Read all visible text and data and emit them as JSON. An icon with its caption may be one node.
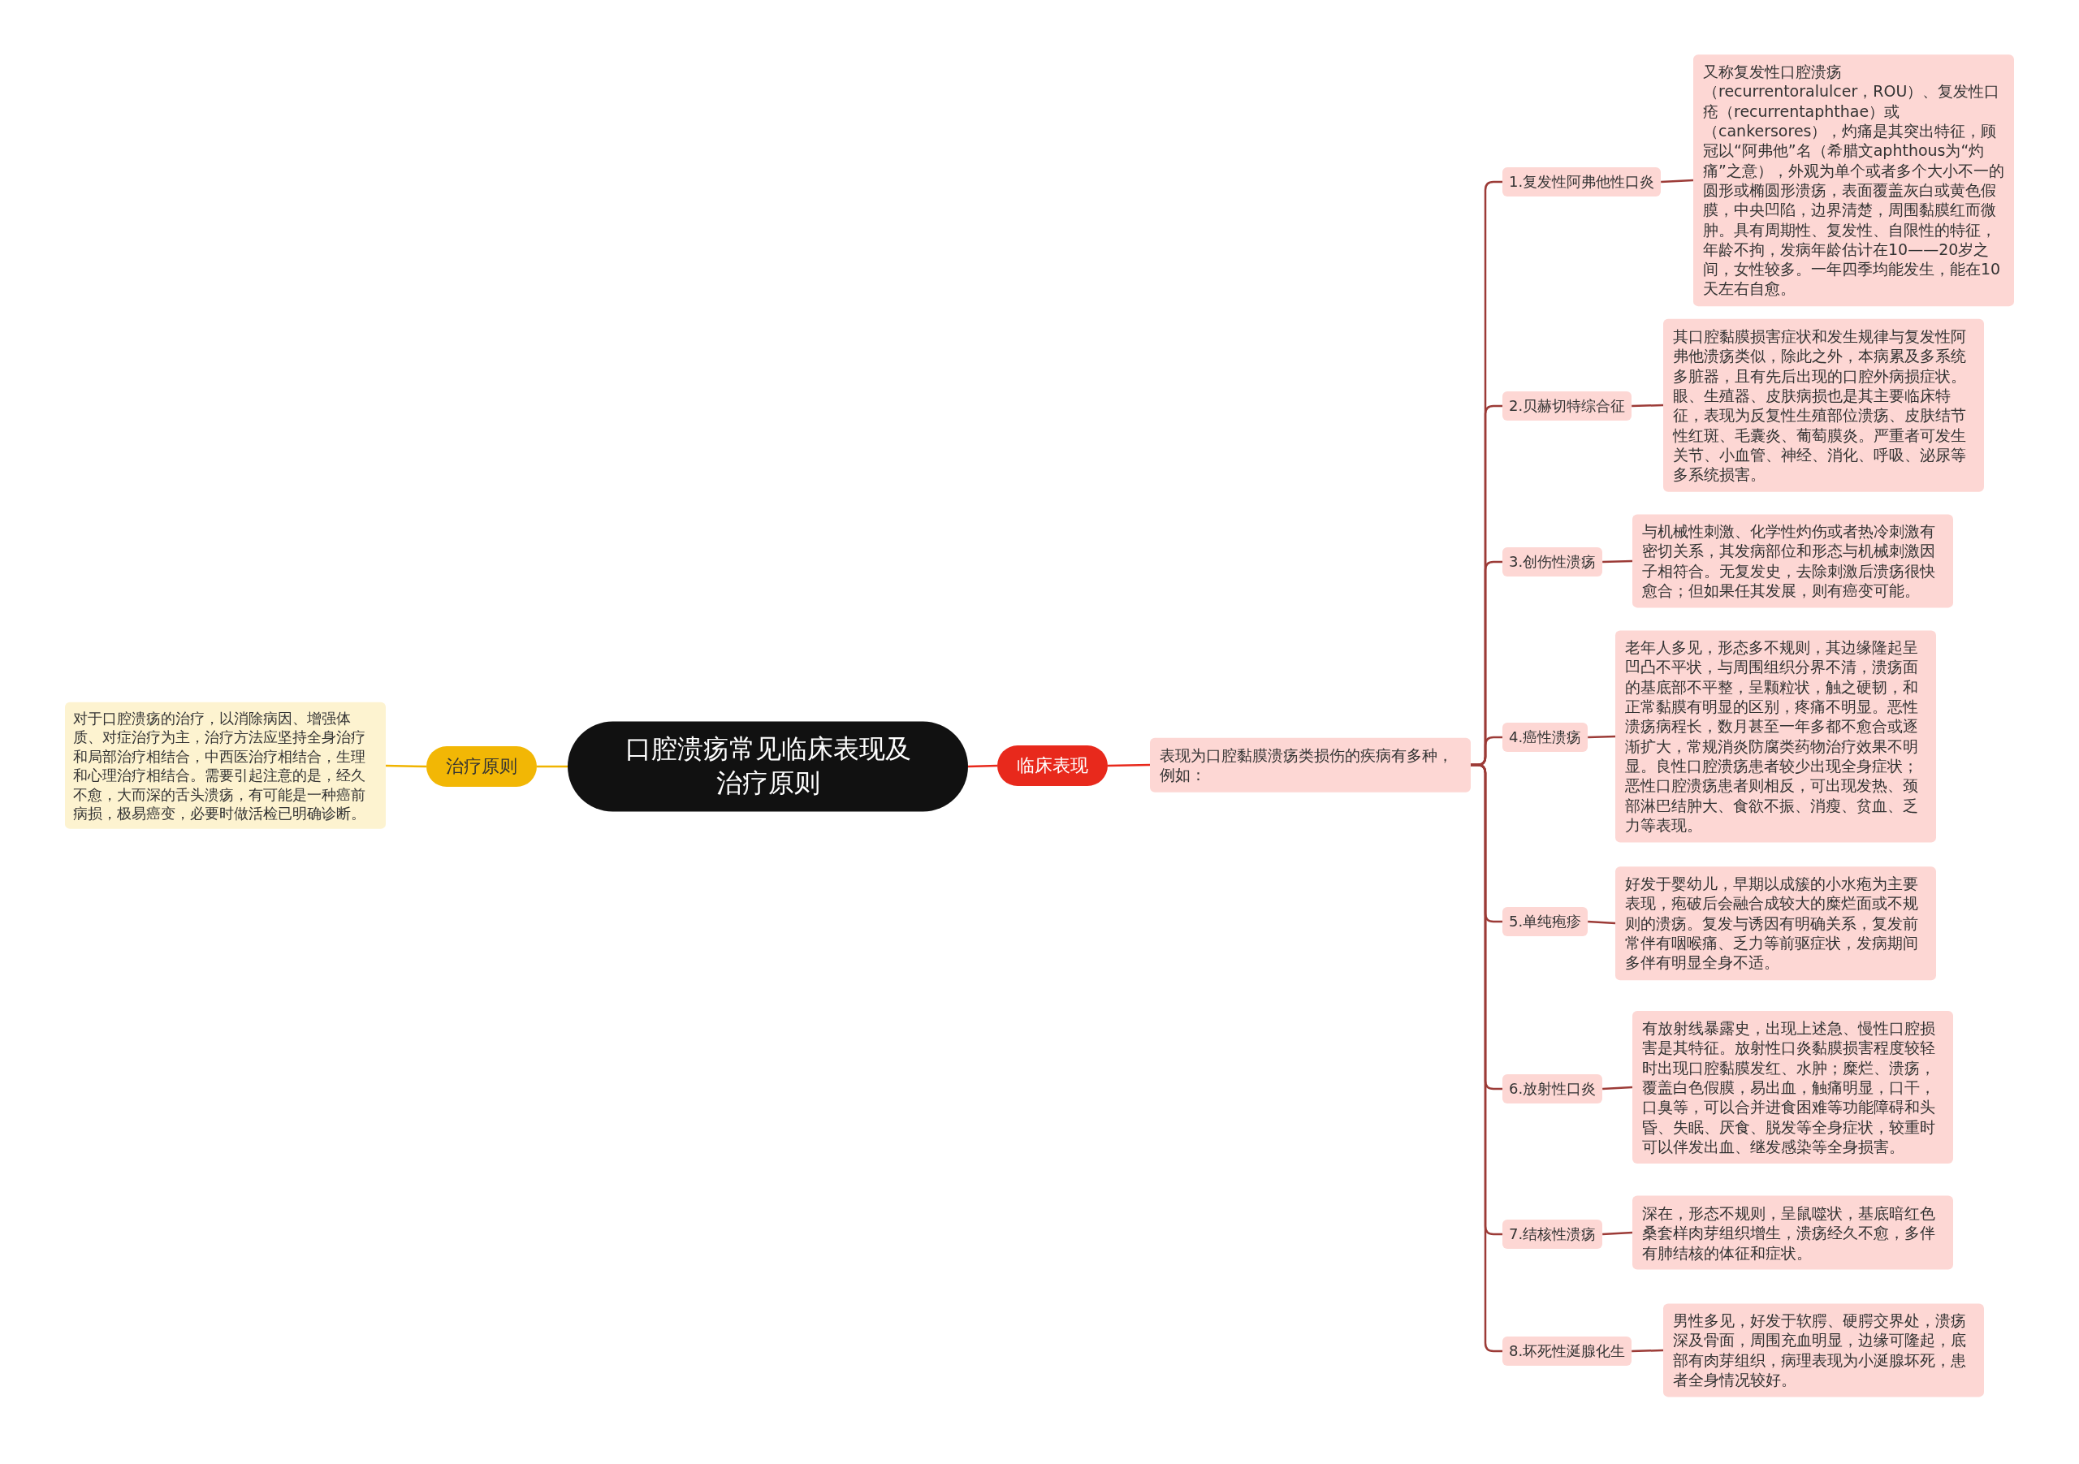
{
  "diagram": {
    "nodes": [
      {
        "text": [
          "口腔溃疡常见临床表现及治疗原则"
        ]
      },
      {
        "text": [
          "治疗原则"
        ]
      },
      {
        "text": [
          "对于口腔溃疡的治疗，以消除病因、增强体质、对症治疗为主，治疗方法应坚持全身治疗和局部治疗相结合，中西医治疗相结合，生理和心理治疗相结合。需要引起注意的是，经久不愈，大而深的舌头溃疡，有可能是一种癌前病损，极易癌变，必要时做活检已明确诊断。"
        ]
      },
      {
        "text": [
          "临床表现"
        ]
      },
      {
        "text": [
          "表现为口腔黏膜溃疡类损伤的疾病有多种，例如："
        ]
      },
      {
        "text": [
          "1.复发性阿弗他性口炎"
        ]
      },
      {
        "text": [
          "又称复发性口腔溃疡（recurrentoralulcer，ROU）、复发性口疮（recurrentaphthae）或（cankersores），灼痛是其突出特征，顾冠以“阿弗他”名（希腊文aphthous为“灼痛”之意），外观为单个或者多个大小不一的圆形或椭圆形溃疡，表面覆盖灰白或黄色假膜，中央凹陷，边界清楚，周围黏膜红而微肿。具有周期性、复发性、自限性的特征，年龄不拘，发病年龄估计在10——20岁之间，女性较多。一年四季均能发生，能在10天左右自愈。"
        ]
      },
      {
        "text": [
          "2.贝赫切特综合征"
        ]
      },
      {
        "text": [
          "其口腔黏膜损害症状和发生规律与复发性阿弗他溃疡类似，除此之外，本病累及多系统多脏器，且有先后出现的口腔外病损症状。眼、生殖器、皮肤病损也是其主要临床特征，表现为反复性生殖部位溃疡、皮肤结节性红斑、毛囊炎、葡萄膜炎。严重者可发生关节、小血管、神经、消化、呼吸、泌尿等多系统损害。"
        ]
      },
      {
        "text": [
          "3.创伤性溃疡"
        ]
      },
      {
        "text": [
          "与机械性刺激、化学性灼伤或者热冷刺激有密切关系，其发病部位和形态与机械刺激因子相符合。无复发史，去除刺激后溃疡很快愈合；但如果任其发展，则有癌变可能。"
        ]
      },
      {
        "text": [
          "4.癌性溃疡"
        ]
      },
      {
        "text": [
          "老年人多见，形态多不规则，其边缘隆起呈凹凸不平状，与周围组织分界不清，溃疡面的基底部不平整，呈颗粒状，触之硬韧，和正常黏膜有明显的区别，疼痛不明显。恶性溃疡病程长，数月甚至一年多都不愈合或逐渐扩大，常规消炎防腐类药物治疗效果不明显。良性口腔溃疡患者较少出现全身症状；恶性口腔溃疡患者则相反，可出现发热、颈部淋巴结肿大、食欲不振、消瘦、贫血、乏力等表现。"
        ]
      },
      {
        "text": [
          "5.单纯疱疹"
        ]
      },
      {
        "text": [
          "好发于婴幼儿，早期以成簇的小水疱为主要表现，疱破后会融合成较大的糜烂面或不规则的溃疡。复发与诱因有明确关系，复发前常伴有咽喉痛、乏力等前驱症状，发病期间多伴有明显全身不适。"
        ]
      },
      {
        "text": [
          "6.放射性口炎"
        ]
      },
      {
        "text": [
          "有放射线暴露史，出现上述急、慢性口腔损害是其特征。放射性口炎黏膜损害程度较轻时出现口腔黏膜发红、水肿；糜烂、溃疡，覆盖白色假膜，易出血，触痛明显，口干，口臭等，可以合并进食困难等功能障碍和头昏、失眠、厌食、脱发等全身症状，较重时可以伴发出血、继发感染等全身损害。"
        ]
      },
      {
        "text": [
          "7.结核性溃疡"
        ]
      },
      {
        "text": [
          "深在，形态不规则，呈鼠噬状，基底暗红色桑套样肉芽组织增生，溃疡经久不愈，多伴有肺结核的体征和症状。"
        ]
      },
      {
        "text": [
          "8.坏死性涎腺化生"
        ]
      },
      {
        "text": [
          "男性多见，好发于软腭、硬腭交界处，溃疡深及骨面，周围充血明显，边缘可隆起，底部有肉芽组织，病理表现为小涎腺坏死，患者全身情况较好。"
        ]
      }
    ],
    "edges": [
      {
        "from": 0,
        "to": 1,
        "arrow": "none",
        "color": "#f0b400"
      },
      {
        "from": 1,
        "to": 2,
        "arrow": "none",
        "color": "#f0b400"
      },
      {
        "from": 0,
        "to": 3,
        "arrow": "none",
        "color": "#e8291c"
      },
      {
        "from": 3,
        "to": 4,
        "arrow": "none",
        "color": "#e8291c"
      },
      {
        "from": 4,
        "to": 5,
        "arrow": "none"
      },
      {
        "from": 5,
        "to": 6,
        "arrow": "none"
      },
      {
        "from": 4,
        "to": 7,
        "arrow": "none"
      },
      {
        "from": 7,
        "to": 8,
        "arrow": "none"
      },
      {
        "from": 4,
        "to": 9,
        "arrow": "none"
      },
      {
        "from": 9,
        "to": 10,
        "arrow": "none"
      },
      {
        "from": 4,
        "to": 11,
        "arrow": "none"
      },
      {
        "from": 11,
        "to": 12,
        "arrow": "none"
      },
      {
        "from": 4,
        "to": 13,
        "arrow": "none"
      },
      {
        "from": 13,
        "to": 14,
        "arrow": "none"
      },
      {
        "from": 4,
        "to": 15,
        "arrow": "none"
      },
      {
        "from": 15,
        "to": 16,
        "arrow": "none"
      },
      {
        "from": 4,
        "to": 17,
        "arrow": "none"
      },
      {
        "from": 17,
        "to": 18,
        "arrow": "none"
      },
      {
        "from": 4,
        "to": 19,
        "arrow": "none"
      },
      {
        "from": 19,
        "to": 20,
        "arrow": "none"
      }
    ]
  }
}
